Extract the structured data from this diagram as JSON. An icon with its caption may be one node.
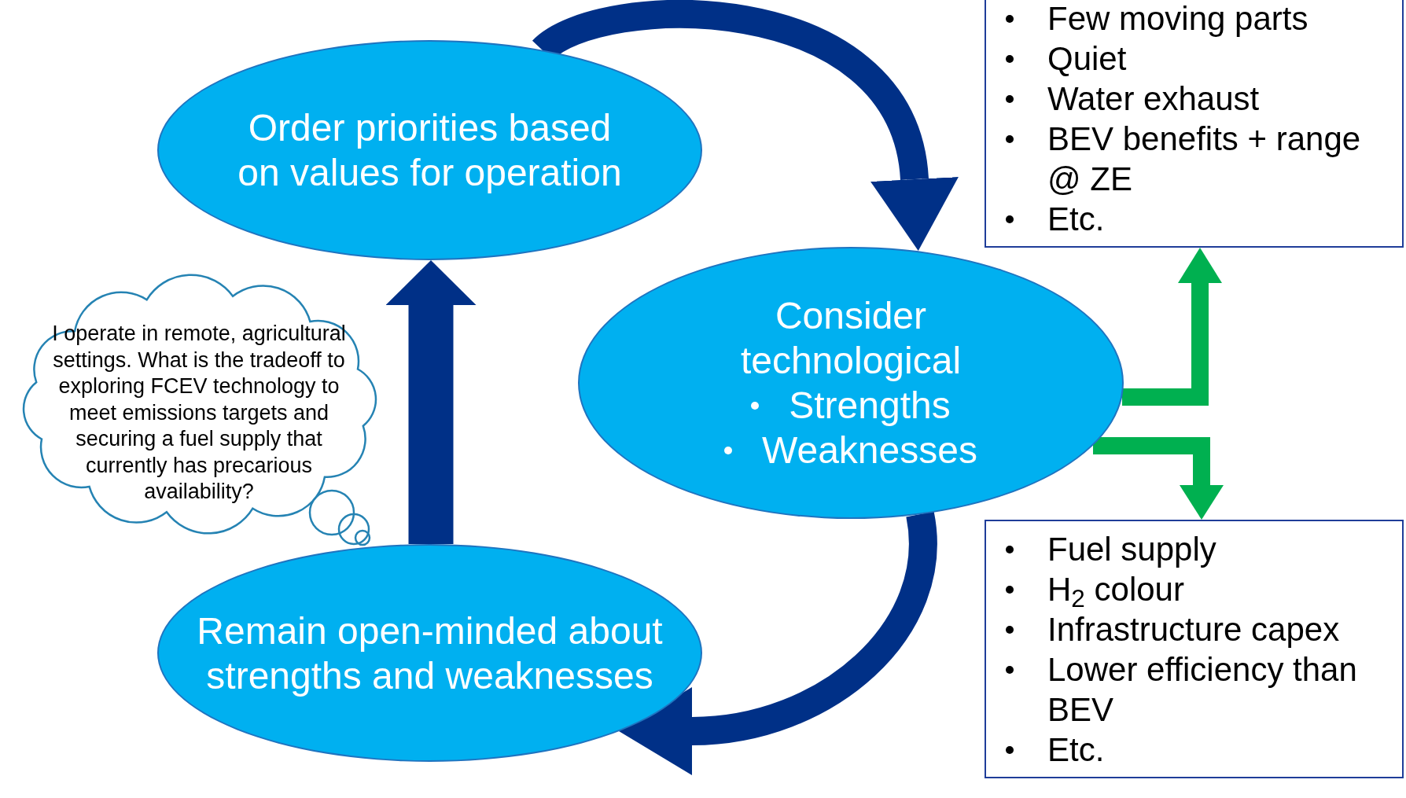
{
  "diagram": {
    "nodes": [
      {
        "text": [
          "Order priorities based on values for operation"
        ]
      },
      {
        "text": [
          "Consider technological",
          "Strengths",
          "Weaknesses"
        ]
      },
      {
        "text": [
          "Remain open-minded about strengths and weaknesses"
        ]
      },
      {
        "text": [
          "Few moving parts",
          "Quiet",
          "Water exhaust",
          "BEV benefits + range @ ZE",
          "Etc."
        ]
      },
      {
        "text": [
          "Fuel supply",
          "H$_{2}$ colour",
          "Infrastructure capex",
          "Lower efficiency than BEV",
          "Etc."
        ]
      },
      {
        "text": [
          "I operate in remote, agricultural settings. What is the tradeoff to exploring FCEV technology to meet emissions targets and securing a fuel supply that currently has precarious availability?"
        ]
      }
    ],
    "edges": [
      {
        "from": 0,
        "to": 1,
        "arrow": "to"
      },
      {
        "from": 1,
        "to": 2,
        "arrow": "to"
      },
      {
        "from": 2,
        "to": 0,
        "arrow": "to"
      },
      {
        "from": 1,
        "to": 3,
        "arrow": "to",
        "color": "#00b050"
      },
      {
        "from": 1,
        "to": 4,
        "arrow": "to",
        "color": "#00b050"
      }
    ]
  }
}
